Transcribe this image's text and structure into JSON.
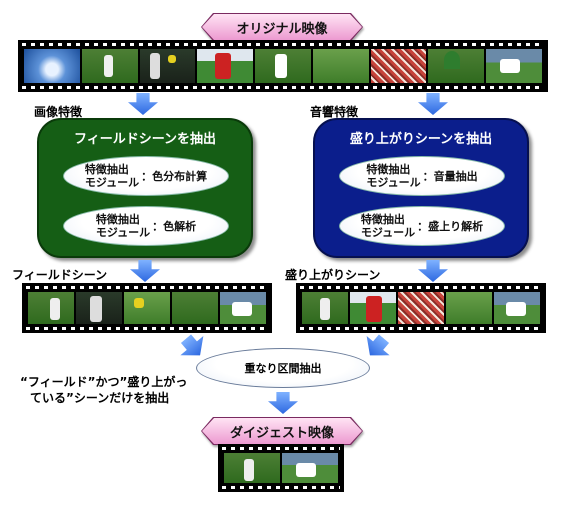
{
  "top_banner": "オリジナル映像",
  "left": {
    "feature_label": "画像特徴",
    "box_title": "フィールドシーンを抽出",
    "modules": [
      {
        "line1": "特徴抽出",
        "line2": "モジュール",
        "desc": "：色分布計算"
      },
      {
        "line1": "特徴抽出",
        "line2": "モジュール",
        "desc": "：色解析"
      }
    ],
    "result_label": "フィールドシーン",
    "color": "#155e15"
  },
  "right": {
    "feature_label": "音響特徴",
    "box_title": "盛り上がりシーンを抽出",
    "modules": [
      {
        "line1": "特徴抽出",
        "line2": "モジュール",
        "desc": "：音量抽出"
      },
      {
        "line1": "特徴抽出",
        "line2": "モジュール",
        "desc": "：盛上り解析"
      }
    ],
    "result_label": "盛り上がりシーン",
    "color": "#0b1e8c"
  },
  "overlap_label": "重なり区間抽出",
  "note_line1": "“フィールド”かつ”盛り上がっ",
  "note_line2": "ている”シーンだけを抽出",
  "bottom_banner": "ダイジェスト映像",
  "arrow_color": "#3d78e8"
}
